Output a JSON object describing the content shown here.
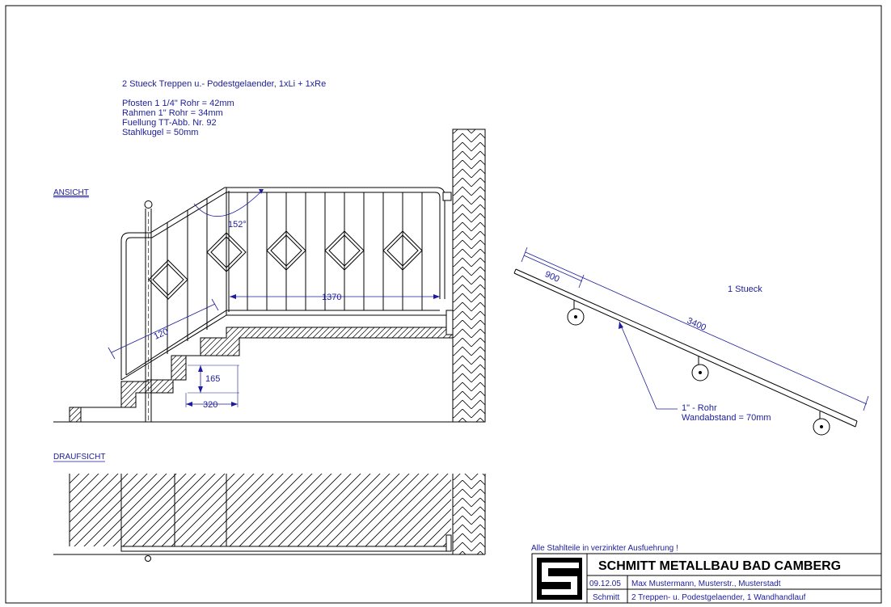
{
  "header": {
    "title": "2 Stueck Treppen u.- Podestgelaender, 1xLi + 1xRe",
    "specs": [
      "Pfosten 1 1/4\" Rohr = 42mm",
      "Rahmen 1\" Rohr = 34mm",
      "Fuellung TT-Abb. Nr. 92",
      "Stahlkugel = 50mm"
    ]
  },
  "views": {
    "elevation": "ANSICHT",
    "plan": "DRAUFSICHT"
  },
  "dimensions": {
    "angle": "152°",
    "landing_length": "1370",
    "rail_segment": "120",
    "riser": "165",
    "tread": "320"
  },
  "handrail": {
    "count_label": "1 Stueck",
    "dim_start": "900",
    "dim_total": "3400",
    "note_line1": "1\" - Rohr",
    "note_line2": "Wandabstand = 70mm"
  },
  "note": "Alle Stahlteile in verzinkter Ausfuehrung !",
  "title_block": {
    "company": "SCHMITT METALLBAU BAD CAMBERG",
    "date": "09.12.05",
    "customer": "Max Mustermann, Musterstr., Musterstadt",
    "drawn_by": "Schmitt",
    "description": "2 Treppen- u. Podestgelaender, 1 Wandhandlauf"
  },
  "colors": {
    "line": "#000000",
    "dimension": "#1c1c9c",
    "background": "#ffffff"
  }
}
